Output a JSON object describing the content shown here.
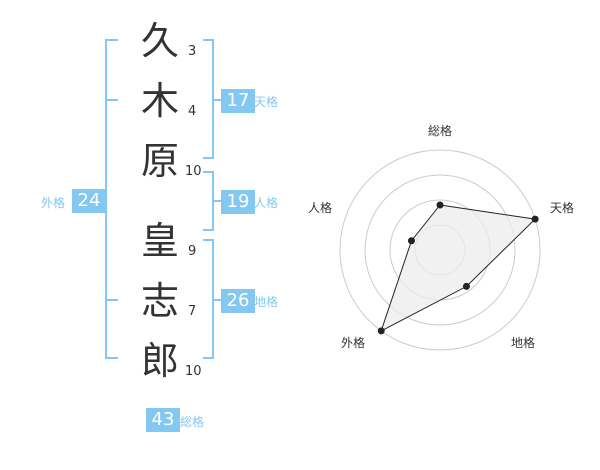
{
  "name_chars": [
    {
      "char": "久",
      "strokes": "3"
    },
    {
      "char": "木",
      "strokes": "4"
    },
    {
      "char": "原",
      "strokes": "10"
    },
    {
      "char": "皇",
      "strokes": "9"
    },
    {
      "char": "志",
      "strokes": "7"
    },
    {
      "char": "郎",
      "strokes": "10"
    }
  ],
  "kakusu": {
    "tenkaku": {
      "value": "17",
      "label": "天格"
    },
    "jinkaku": {
      "value": "19",
      "label": "人格"
    },
    "chikaku": {
      "value": "26",
      "label": "地格"
    },
    "gaikaku": {
      "value": "24",
      "label": "外格"
    },
    "soukaku": {
      "value": "43",
      "label": "総格"
    }
  },
  "colors": {
    "accent": "#84C8F2",
    "badge_bg": "#84C8F2",
    "badge_text": "#ffffff",
    "label_text": "#84C8F2",
    "text": "#333333",
    "radar_grid": "#cccccc",
    "radar_fill": "#ececec",
    "radar_line": "#222222"
  },
  "chart_data": {
    "type": "radar",
    "axes": [
      "総格",
      "天格",
      "地格",
      "外格",
      "人格"
    ],
    "values": [
      0.45,
      1.0,
      0.45,
      1.0,
      0.3
    ],
    "rings": 4,
    "range": [
      0,
      1
    ]
  }
}
